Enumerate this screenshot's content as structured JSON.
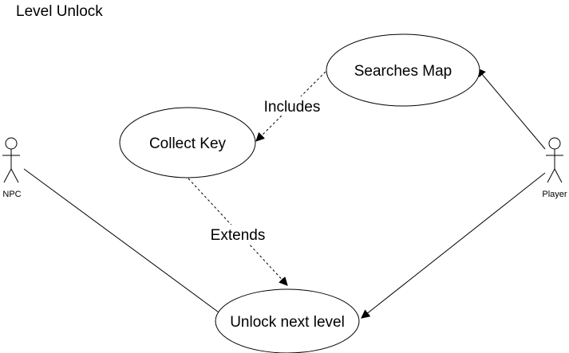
{
  "diagram": {
    "title": "Level Unlock",
    "actors": {
      "npc": {
        "label": "NPC"
      },
      "player": {
        "label": "Player"
      }
    },
    "use_cases": {
      "searches_map": {
        "label": "Searches Map"
      },
      "collect_key": {
        "label": "Collect Key"
      },
      "unlock_next_level": {
        "label": "Unlock next level"
      }
    },
    "relationships": {
      "includes": {
        "label": "Includes",
        "style": "dashed"
      },
      "extends": {
        "label": "Extends",
        "style": "dashed"
      }
    }
  }
}
